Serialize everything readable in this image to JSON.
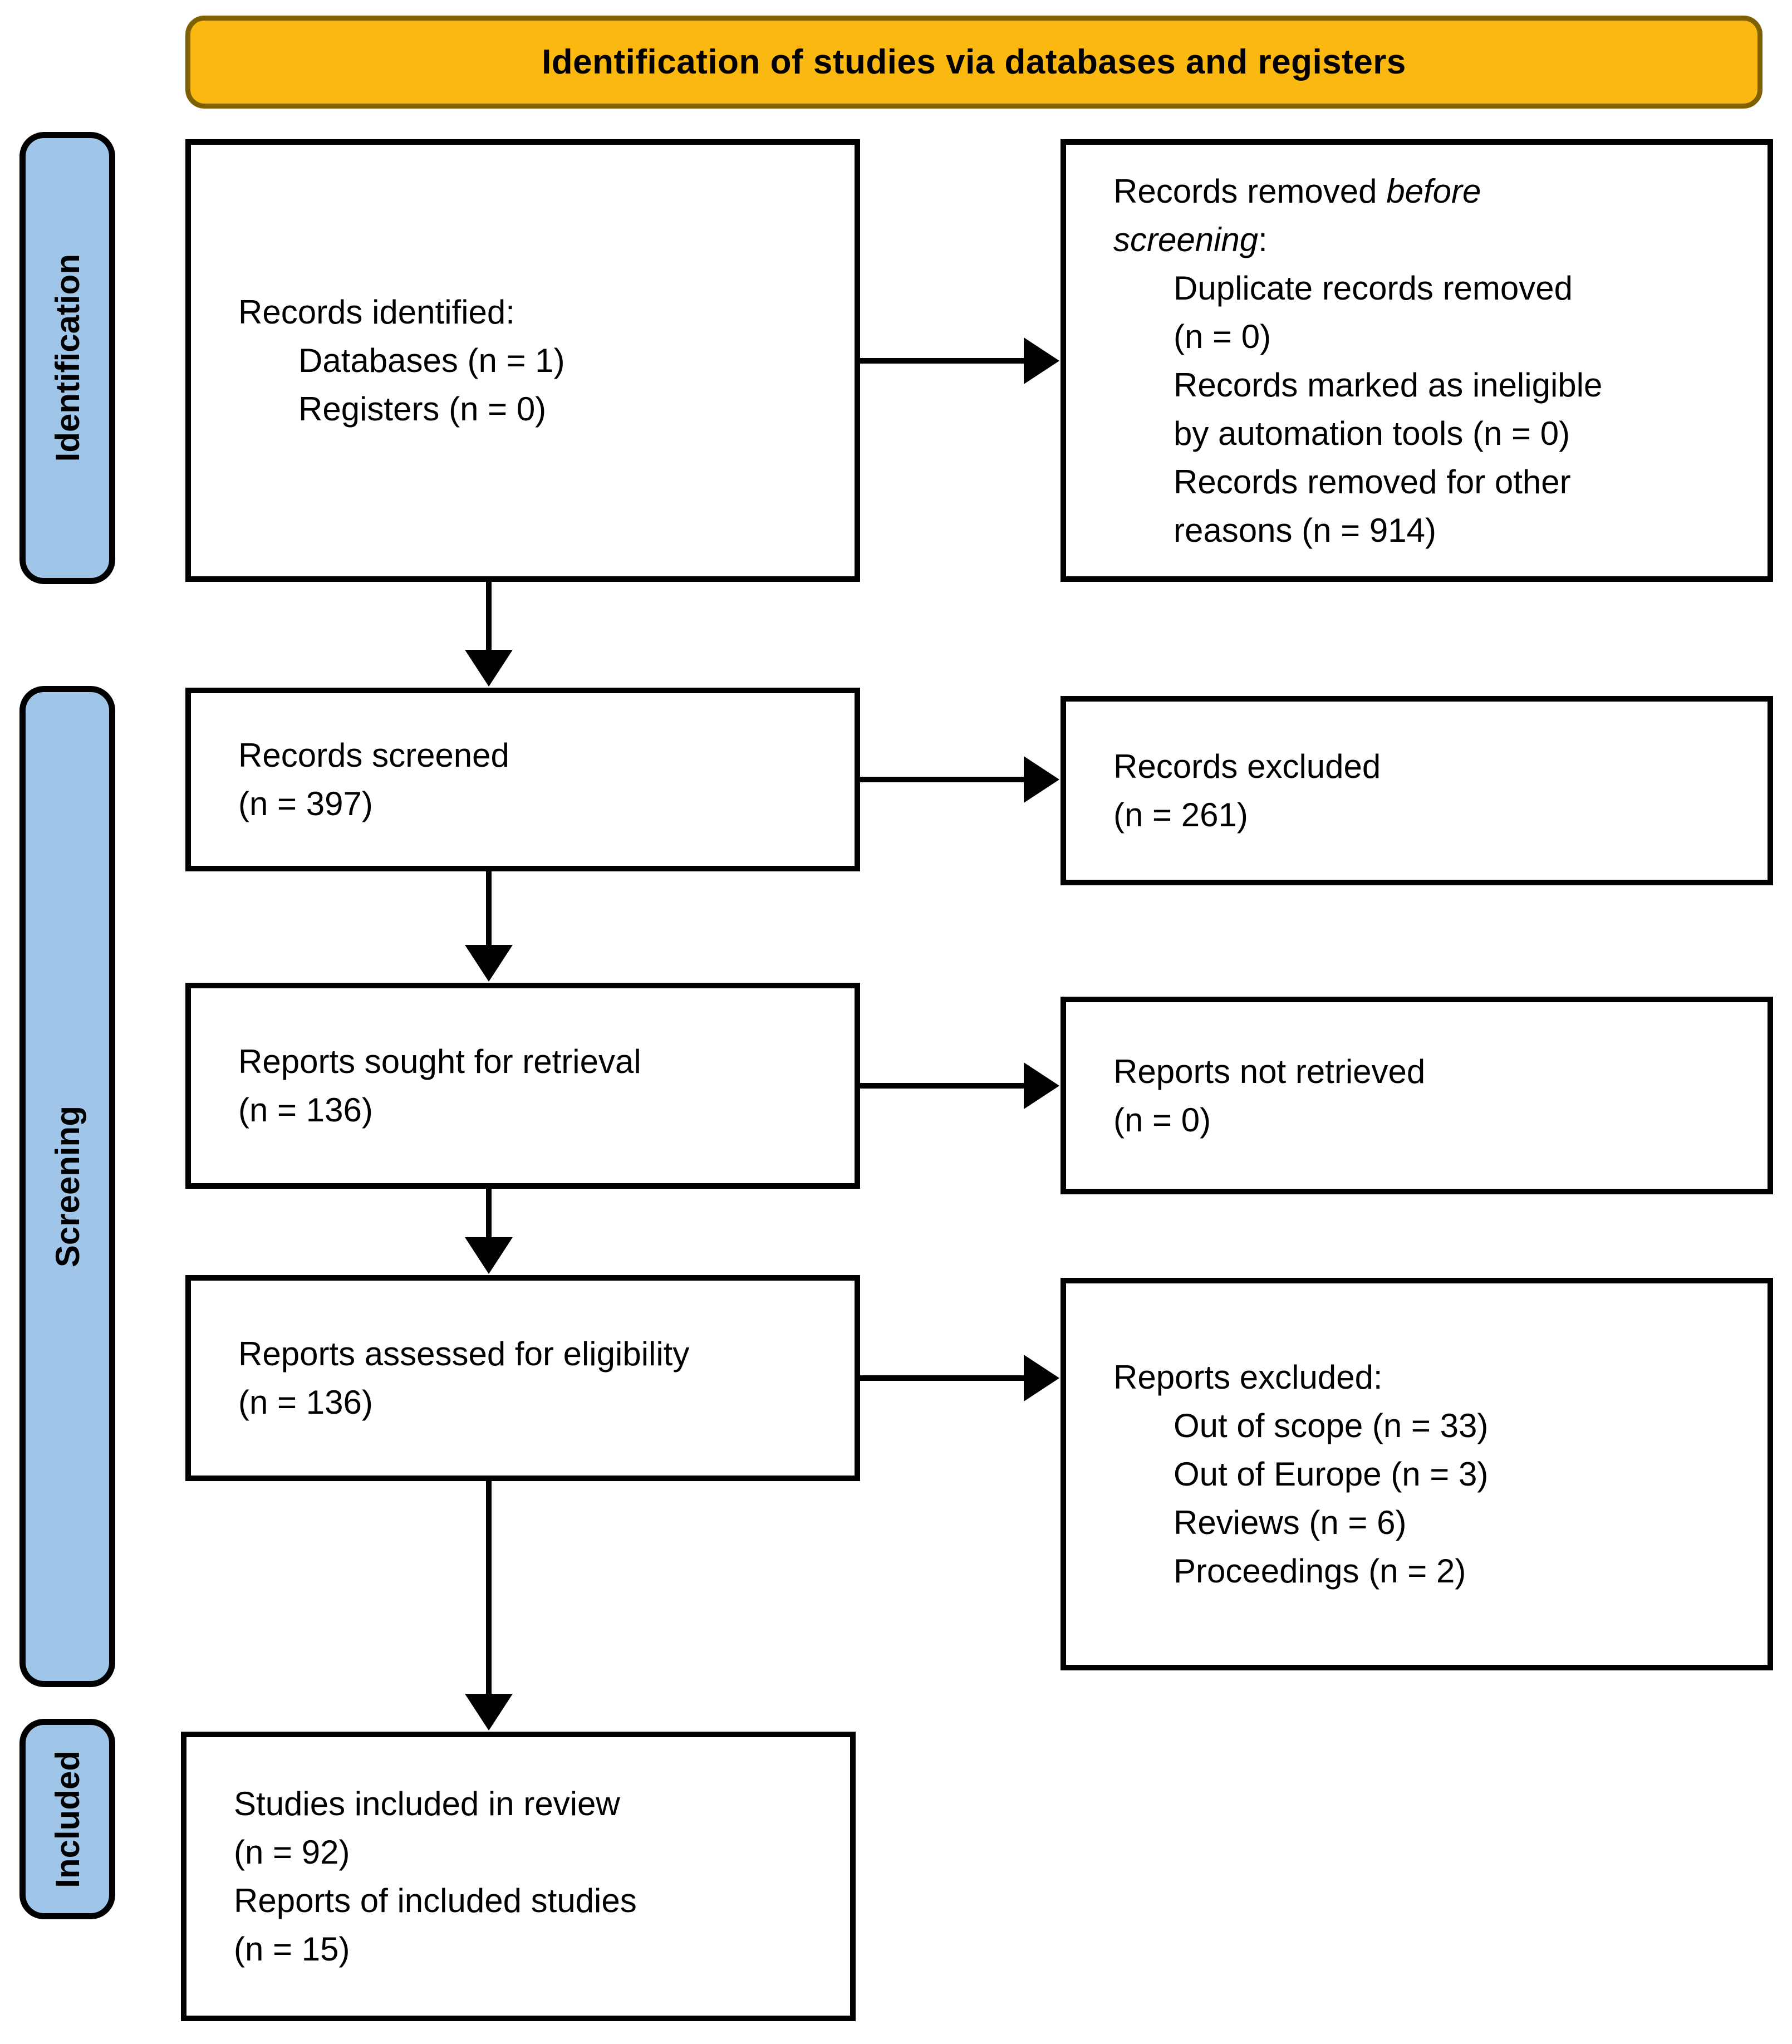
{
  "header": {
    "title": "Identification of studies via databases and registers"
  },
  "stages": {
    "identification": "Identification",
    "screening": "Screening",
    "included": "Included"
  },
  "boxes": {
    "records_identified": {
      "title": "Records identified:",
      "item1": "Databases (n = 1)",
      "item2": "Registers (n = 0)"
    },
    "records_removed": {
      "title_line1_normal": "Records removed ",
      "title_line1_italic": "before",
      "title_line2_italic": "screening",
      "title_line2_normal": ":",
      "item1_line1": "Duplicate records removed",
      "item1_line2": "(n = 0)",
      "item2_line1": "Records marked as ineligible",
      "item2_line2": "by automation tools (n = 0)",
      "item3_line1": "Records removed for other",
      "item3_line2": "reasons (n = 914)"
    },
    "records_screened": {
      "line1": "Records screened",
      "line2": "(n = 397)"
    },
    "records_excluded": {
      "line1": "Records excluded",
      "line2": "(n = 261)"
    },
    "reports_sought": {
      "line1": "Reports sought for retrieval",
      "line2": "(n = 136)"
    },
    "reports_not_retrieved": {
      "line1": "Reports not retrieved",
      "line2": "(n = 0)"
    },
    "reports_assessed": {
      "line1": "Reports assessed for eligibility",
      "line2": "(n = 136)"
    },
    "reports_excluded": {
      "title": "Reports excluded:",
      "item1": "Out of scope (n = 33)",
      "item2": "Out of Europe (n = 3)",
      "item3": "Reviews (n = 6)",
      "item4": "Proceedings (n = 2)"
    },
    "studies_included": {
      "line1": "Studies included in review",
      "line2": "(n = 92)",
      "line3": "Reports of included studies",
      "line4": "(n = 15)"
    }
  },
  "colors": {
    "header_fill": "#FBB810",
    "header_border": "#7F6000",
    "stage_fill": "#9FC5E8",
    "box_border": "#000000",
    "arrow": "#000000"
  }
}
